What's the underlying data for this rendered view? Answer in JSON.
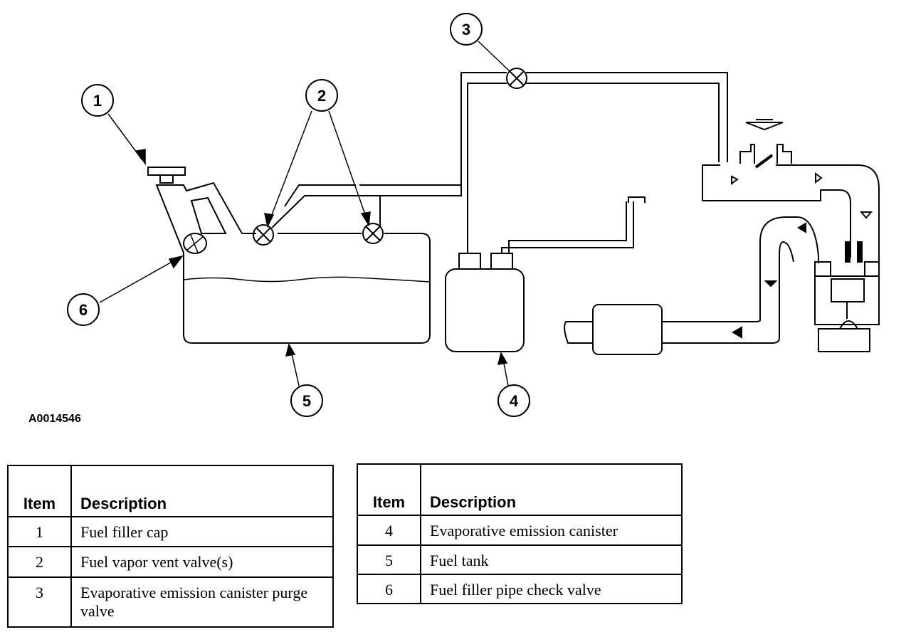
{
  "figure_id": "A0014546",
  "callouts": [
    "1",
    "2",
    "3",
    "4",
    "5",
    "6"
  ],
  "tables": [
    {
      "headers": {
        "item": "Item",
        "description": "Description"
      },
      "rows": [
        {
          "item": "1",
          "description": "Fuel filler cap"
        },
        {
          "item": "2",
          "description": "Fuel vapor vent valve(s)"
        },
        {
          "item": "3",
          "description": "Evaporative emission canister purge valve"
        }
      ]
    },
    {
      "headers": {
        "item": "Item",
        "description": "Description"
      },
      "rows": [
        {
          "item": "4",
          "description": "Evaporative emission canister"
        },
        {
          "item": "5",
          "description": "Fuel tank"
        },
        {
          "item": "6",
          "description": "Fuel filler pipe check valve"
        }
      ]
    }
  ]
}
